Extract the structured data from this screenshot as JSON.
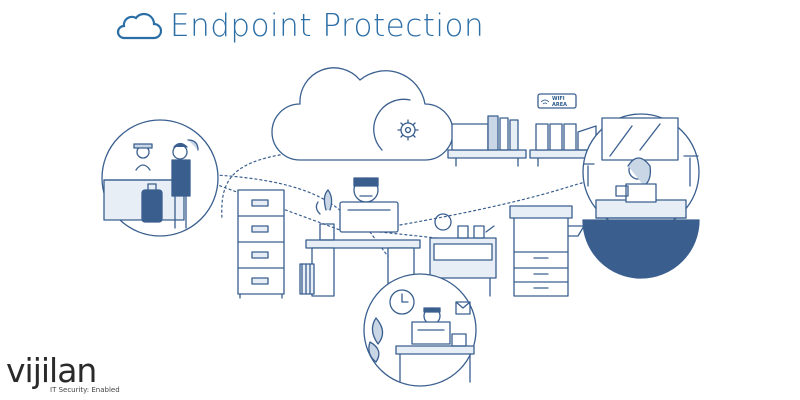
{
  "header": {
    "title": "Endpoint Protection",
    "icon": "cloud-icon"
  },
  "sign": {
    "line1": "WIFI",
    "line2": "AREA"
  },
  "brand": {
    "name": "vijilan",
    "tagline": "IT Security: Enabled"
  },
  "colors": {
    "primary": "#2b6ea6",
    "line": "#3a5f8f",
    "fill_light": "#e8eef6",
    "fill_mid": "#c9d6e6",
    "logo_accent": "#6fa0d8"
  }
}
